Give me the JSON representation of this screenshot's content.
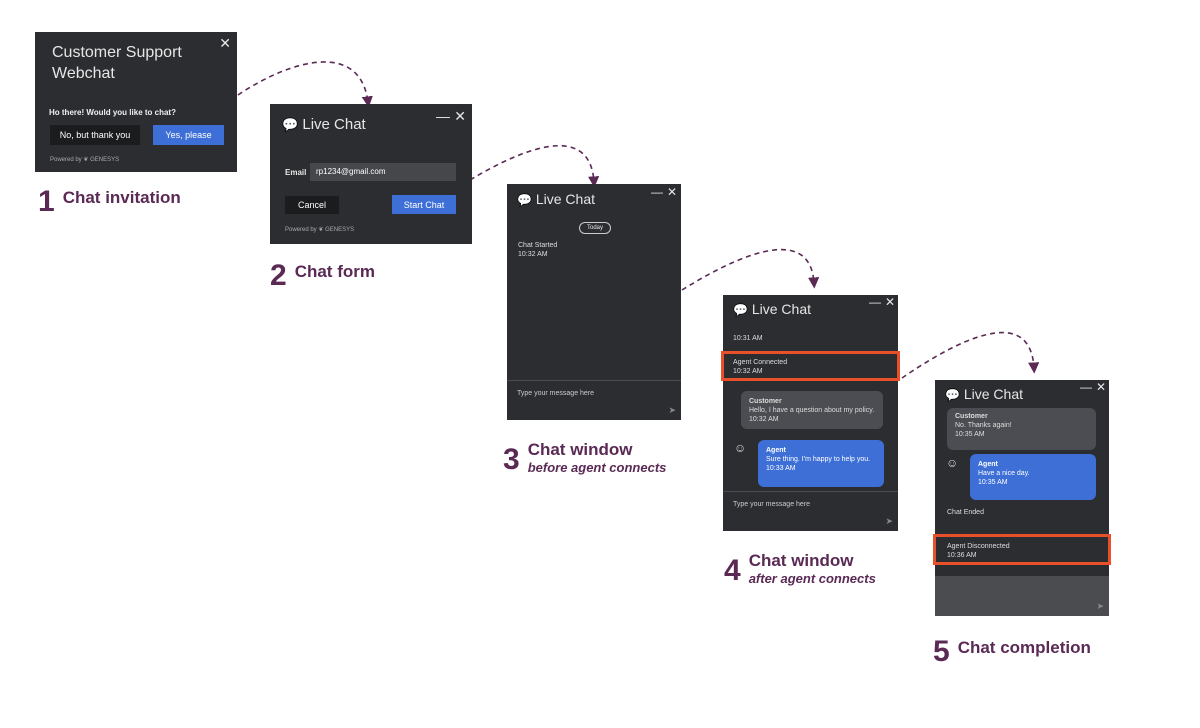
{
  "steps": [
    {
      "num": "1",
      "title": "Chat invitation",
      "sub": ""
    },
    {
      "num": "2",
      "title": "Chat form",
      "sub": ""
    },
    {
      "num": "3",
      "title": "Chat window",
      "sub": "before agent connects"
    },
    {
      "num": "4",
      "title": "Chat window",
      "sub": "after agent connects"
    },
    {
      "num": "5",
      "title": "Chat completion",
      "sub": ""
    }
  ],
  "invite": {
    "title_line1": "Customer Support",
    "title_line2": "Webchat",
    "question": "Ho there! Would you like to chat?",
    "no_label": "No, but thank you",
    "yes_label": "Yes, please",
    "powered": "Powered by",
    "brand": "GENESYS",
    "close": "✕"
  },
  "form": {
    "title": "Live Chat",
    "email_label": "Email",
    "email_value": "rp1234@gmail.com",
    "cancel_label": "Cancel",
    "start_label": "Start Chat",
    "powered": "Powered by",
    "brand": "GENESYS"
  },
  "chat3": {
    "title": "Live Chat",
    "today": "Today",
    "started": "Chat Started",
    "started_time": "10:32 AM",
    "placeholder": "Type your message here"
  },
  "chat4": {
    "title": "Live Chat",
    "partial_time": "10:31 AM",
    "connected": "Agent Connected",
    "connected_time": "10:32 AM",
    "cust_name": "Customer",
    "cust_msg": "Hello, I have a question about my policy.",
    "cust_time": "10:32 AM",
    "agent_name": "Agent",
    "agent_msg": "Sure thing. I'm happy to help you.",
    "agent_time": "10:33 AM",
    "placeholder": "Type your message here"
  },
  "chat5": {
    "title": "Live Chat",
    "cust_name": "Customer",
    "cust_msg": "No. Thanks again!",
    "cust_time": "10:35 AM",
    "agent_name": "Agent",
    "agent_msg": "Have a nice day.",
    "agent_time": "10:35 AM",
    "ended": "Chat Ended",
    "disconnected": "Agent Disconnected",
    "disconnected_time": "10:36 AM"
  },
  "colors": {
    "accent": "#3d6fd6",
    "panel": "#2b2d30",
    "highlight": "#e8502a",
    "step_text": "#5a2a55",
    "arrow": "#5a2a55"
  }
}
